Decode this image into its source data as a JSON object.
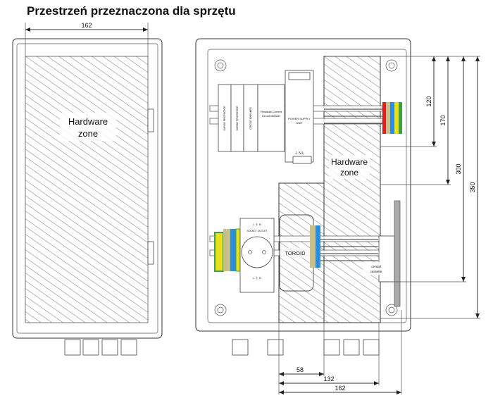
{
  "title": "Przestrzeń przeznaczona dla sprzętu",
  "left_view": {
    "width_dim": "162",
    "zone_label_1": "Hardware",
    "zone_label_2": "zone"
  },
  "right_view": {
    "zone_label_1": "Hardware",
    "zone_label_2": "zone",
    "components": {
      "surge_1": "SURGE PROTECTOR",
      "surge_2": "SURGE PROTECTOR",
      "circuit_breaker": "CIRCUIT BREAKER",
      "rcd_1": "Residual Current",
      "rcd_2": "Circuit Breaker",
      "psu_1": "POWER SUPPLY",
      "psu_2": "UNIT",
      "psu_terminals": "⏚  N  L",
      "socket": "SOCKET OUTLET",
      "socket_top_terminals": "L   ⏚   N",
      "socket_bottom_terminals": "L   ⏚   N",
      "toroid": "TOROID",
      "cassette_1": "central",
      "cassette_2": "cassette"
    },
    "dims_vertical": [
      "120",
      "170",
      "300",
      "350"
    ],
    "dims_horizontal": [
      "58",
      "132",
      "162"
    ]
  },
  "colors": {
    "hatch": "#777777",
    "earth_yellow": "#e8e020",
    "earth_green": "#40a040",
    "neutral_blue": "#2a8fd8",
    "red": "#e02020"
  }
}
